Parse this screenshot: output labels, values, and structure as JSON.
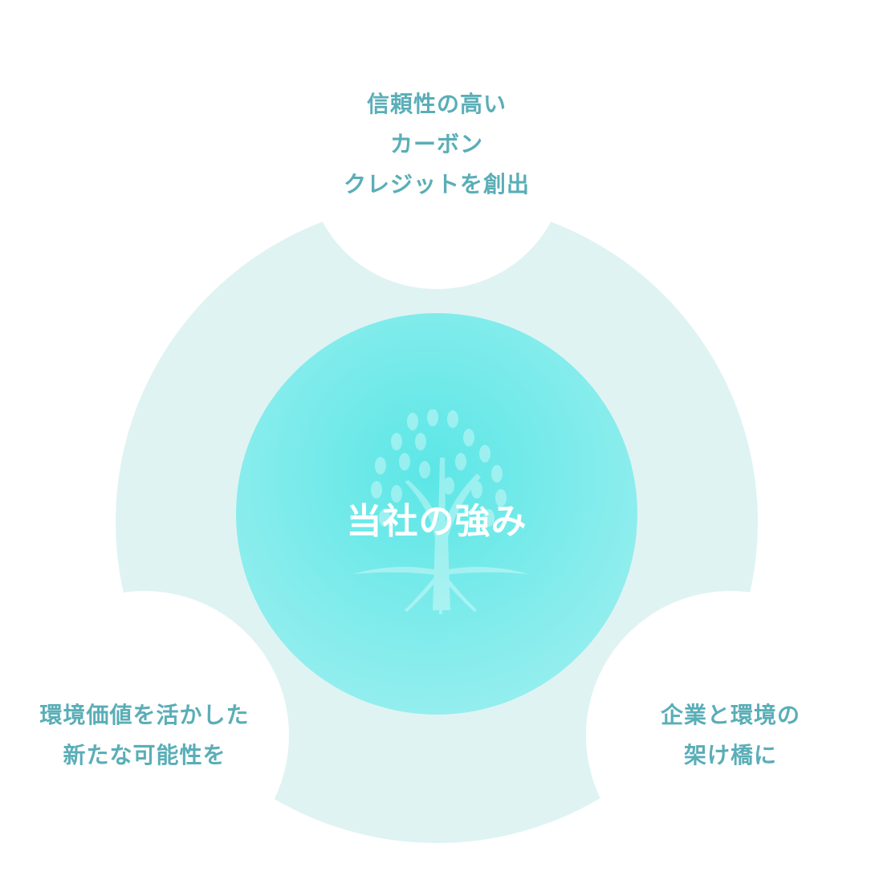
{
  "center": {
    "title": "当社の強み",
    "icon": "tree-icon"
  },
  "strengths": [
    {
      "lines": [
        "信頼性の高い",
        "カーボン",
        "クレジットを創出"
      ]
    },
    {
      "lines": [
        "環境価値を活かした",
        "新たな可能性を"
      ]
    },
    {
      "lines": [
        "企業と環境の",
        "架け橋に"
      ]
    }
  ],
  "colors": {
    "outer": "#dff3f3",
    "core": "#5ce6e6",
    "text": "#5aaeb7"
  }
}
